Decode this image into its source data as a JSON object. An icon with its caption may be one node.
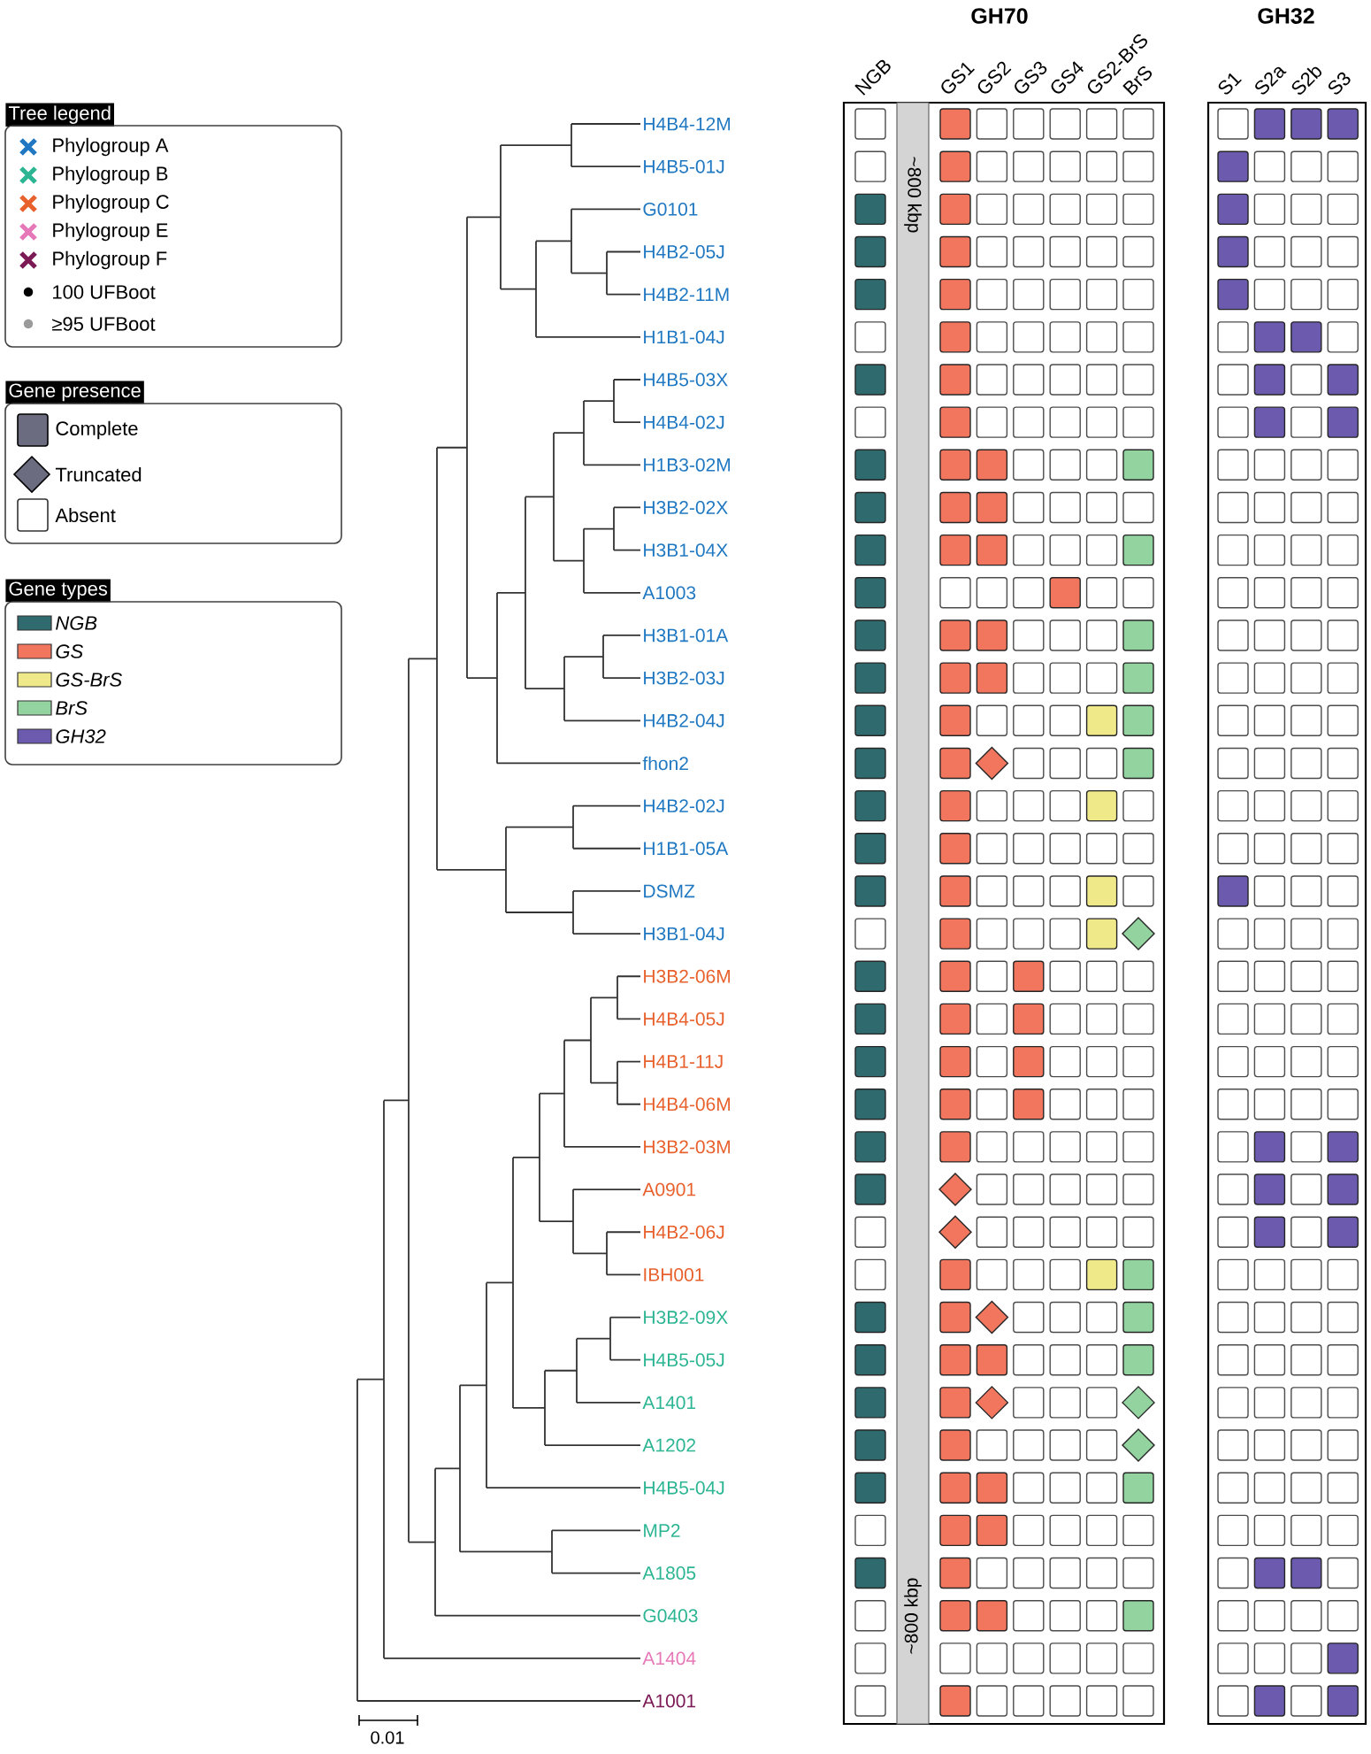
{
  "diagram": {
    "labels": [
      "GH70",
      "GH32",
      "NGB",
      "GS1",
      "GS2",
      "GS3",
      "GS4",
      "GS2-BrS",
      "BrS",
      "S1",
      "S2a",
      "S2b",
      "S3",
      "Tree legend",
      "Gene presence",
      "Gene types",
      "H4B4-12M",
      "H4B5-01J",
      "G0101",
      "H4B2-05J",
      "H4B2-11M",
      "H1B1-04J",
      "H4B5-03X",
      "H4B4-02J",
      "H1B3-02M",
      "H3B2-02X",
      "H3B1-04X",
      "A1003",
      "H3B1-01A",
      "H3B2-03J",
      "H4B2-04J",
      "fhon2",
      "H4B2-02J",
      "H1B1-05A",
      "DSMZ",
      "H3B1-04J",
      "H3B2-06M",
      "H4B4-05J",
      "H4B1-11J",
      "H4B4-06M",
      "H3B2-03M",
      "A0901",
      "H4B2-06J",
      "IBH001",
      "H3B2-09X",
      "H4B5-05J",
      "A1401",
      "A1202",
      "H4B5-04J",
      "MP2",
      "A1805",
      "G0403",
      "A1404",
      "A1001",
      "~800 kbp",
      "~800 kbp",
      "0.01"
    ],
    "legend": [
      {
        "text": "Phylogroup A",
        "color": "#1f78c1"
      },
      {
        "text": "Phylogroup B",
        "color": "#2bb592"
      },
      {
        "text": "Phylogroup C",
        "color": "#e8602c"
      },
      {
        "text": "Phylogroup E",
        "color": "#e778b8"
      },
      {
        "text": "Phylogroup F",
        "color": "#7b1a55"
      },
      {
        "text": "100 UFBoot",
        "color": "#000000"
      },
      {
        "text": "≥95 UFBoot",
        "color": "#9a9a9a"
      },
      {
        "text": "Complete"
      },
      {
        "text": "Truncated"
      },
      {
        "text": "Absent"
      },
      {
        "text": "*NGB*",
        "color": "#2f6b6e"
      },
      {
        "text": "*GS*",
        "color": "#f2765e"
      },
      {
        "text": "*GS-BrS*",
        "color": "#efe98a"
      },
      {
        "text": "*BrS*",
        "color": "#92d3a0"
      },
      {
        "text": "*GH32*",
        "color": "#6b5aad"
      }
    ]
  }
}
